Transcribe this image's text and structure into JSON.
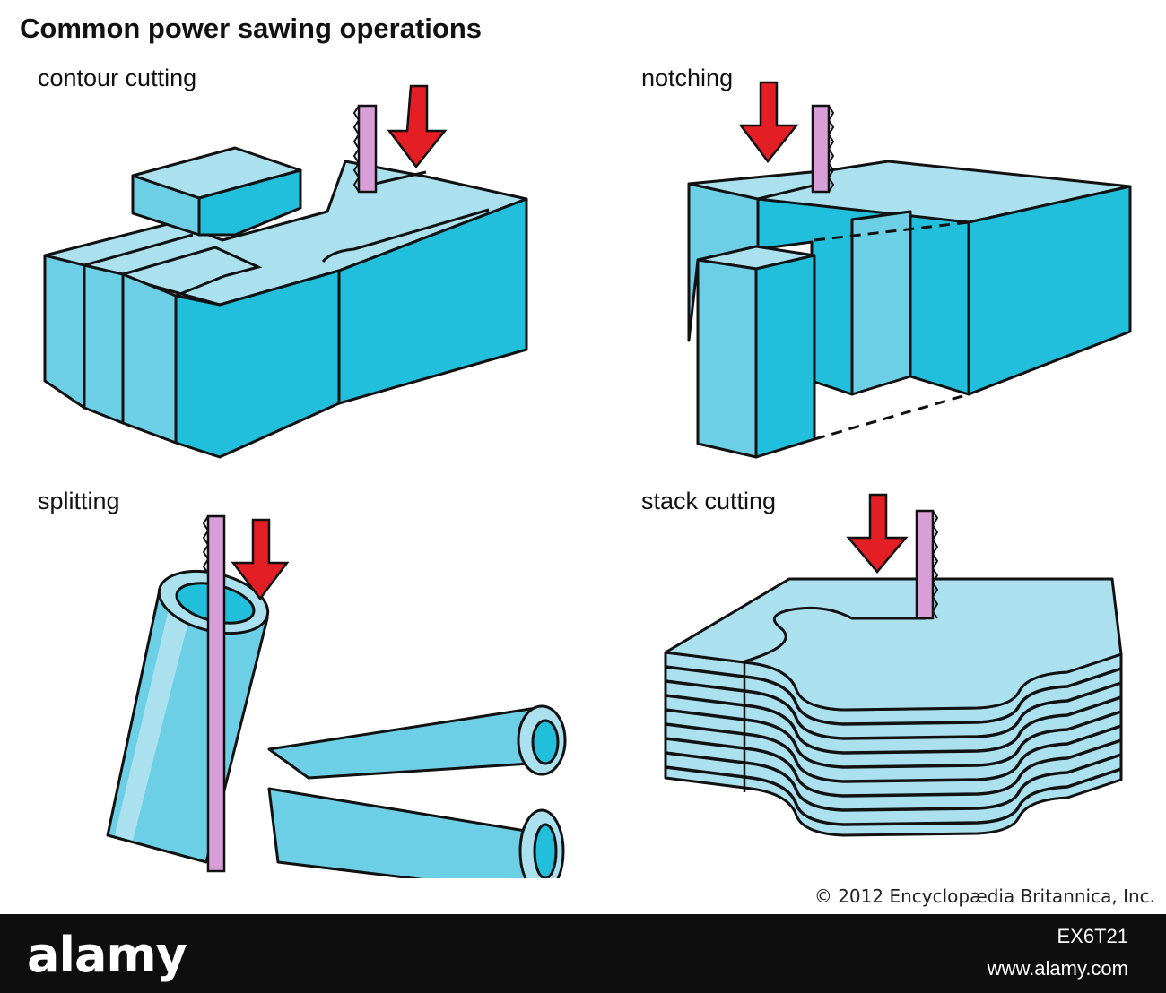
{
  "title": "Common power sawing operations",
  "panels": {
    "contour": {
      "label": "contour cutting"
    },
    "notching": {
      "label": "notching"
    },
    "splitting": {
      "label": "splitting"
    },
    "stack": {
      "label": "stack cutting"
    }
  },
  "credit": "© 2012 Encyclopædia Britannica, Inc.",
  "watermark": {
    "logo": "alamy",
    "image_id": "EX6T21",
    "url": "www.alamy.com"
  },
  "colors": {
    "top": "#abe0ef",
    "front": "#21bfdc",
    "side": "#6dcfe6",
    "blade": "#d79ed8",
    "arrow": "#e31e24",
    "outline": "#111111"
  }
}
